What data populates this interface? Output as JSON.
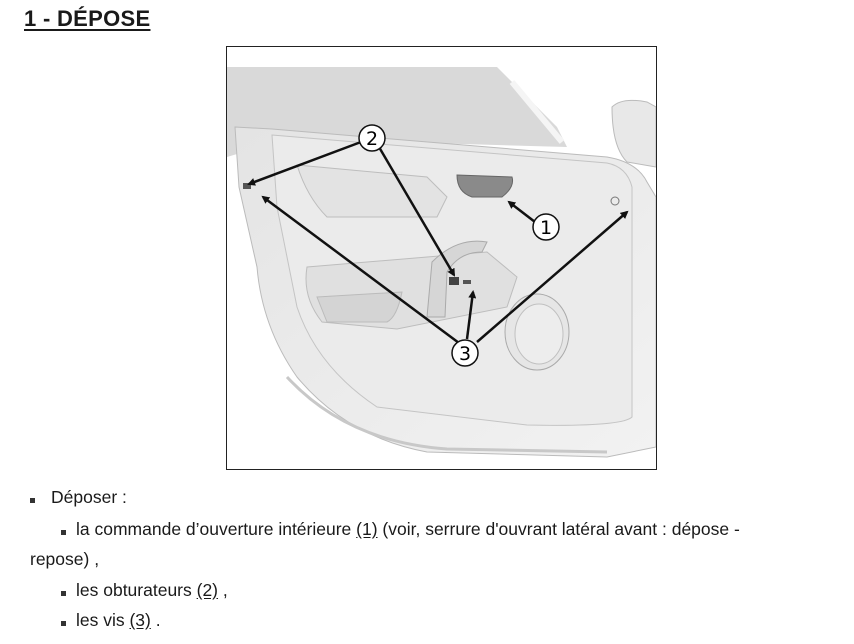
{
  "section_title": "1 - DÉPOSE",
  "figure": {
    "callouts": [
      "1",
      "2",
      "3"
    ]
  },
  "steps": {
    "main": "Déposer :",
    "items": [
      {
        "before": "la commande d’ouverture intérieure ",
        "ref": "(1)",
        "after_line1": " (voir, serrure d'ouvrant latéral avant : dépose -",
        "after_line2": "repose) ,"
      },
      {
        "before": "les obturateurs ",
        "ref": "(2)",
        "after": " ,"
      },
      {
        "before": "les vis ",
        "ref": "(3)",
        "after": " ."
      }
    ]
  }
}
